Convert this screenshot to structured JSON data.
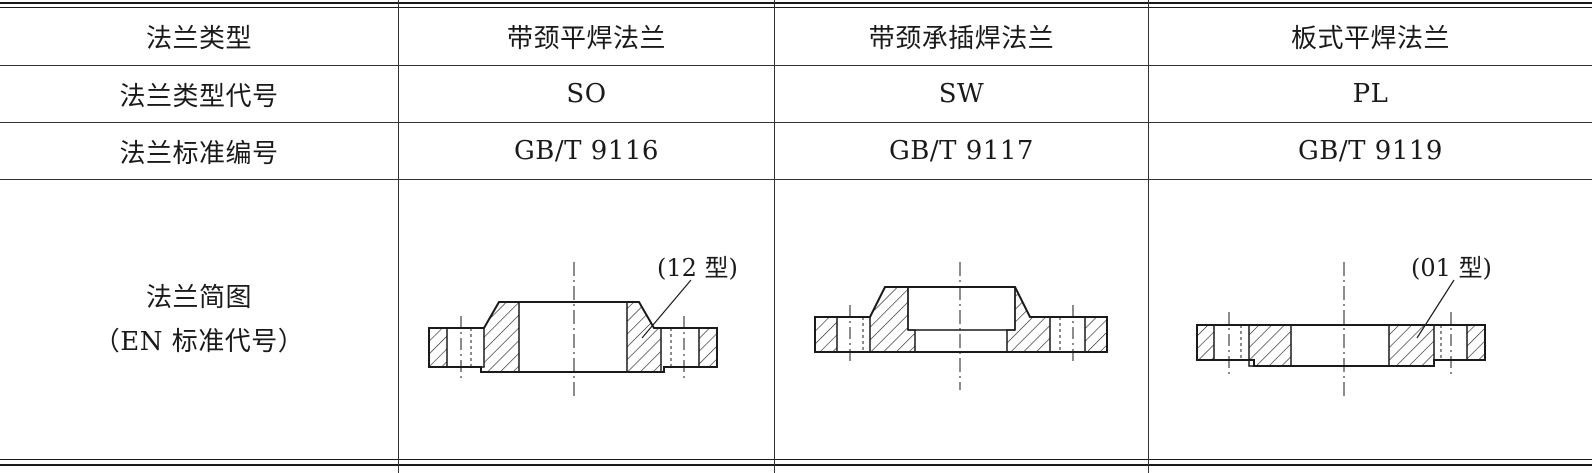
{
  "table": {
    "header": {
      "label": "法兰类型",
      "columns": [
        "带颈平焊法兰",
        "带颈承插焊法兰",
        "板式平焊法兰"
      ]
    },
    "rows": [
      {
        "label": "法兰类型代号",
        "values": [
          "SO",
          "SW",
          "PL"
        ]
      },
      {
        "label": "法兰标准编号",
        "values": [
          "GB/T 9116",
          "GB/T 9117",
          "GB/T 9119"
        ]
      }
    ],
    "diagram_row": {
      "label_line1": "法兰简图",
      "label_line2": "（EN 标准代号）",
      "annotations": [
        "(12 型)",
        "",
        "(01 型)"
      ]
    }
  }
}
